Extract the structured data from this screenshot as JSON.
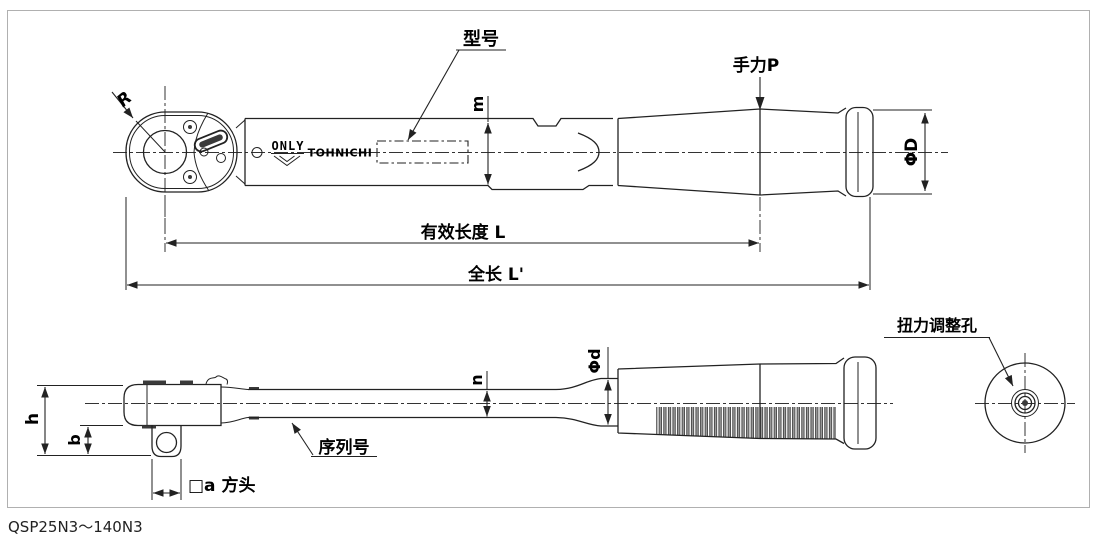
{
  "caption": "QSP25N3〜140N3",
  "top_view": {
    "radius_label": "R",
    "model_label": "型号",
    "only_text": "ONLY",
    "brand_text": "TOHNICHI",
    "beam_height_label": "m",
    "hand_force_label": "手力P",
    "handle_diameter_label": "ΦD",
    "effective_length_label": "有效长度 L",
    "overall_length_label": "全长 L'"
  },
  "bottom_view": {
    "head_height_label": "h",
    "drive_protrusion_label": "b",
    "square_drive_label": "□a 方头",
    "serial_number_label": "序列号",
    "beam_thickness_label": "n",
    "neck_diameter_label": "Φd",
    "torque_adjust_hole_label": "扭力调整孔"
  },
  "colors": {
    "line": "#222222",
    "border": "#b0b0b0",
    "background": "#ffffff"
  }
}
